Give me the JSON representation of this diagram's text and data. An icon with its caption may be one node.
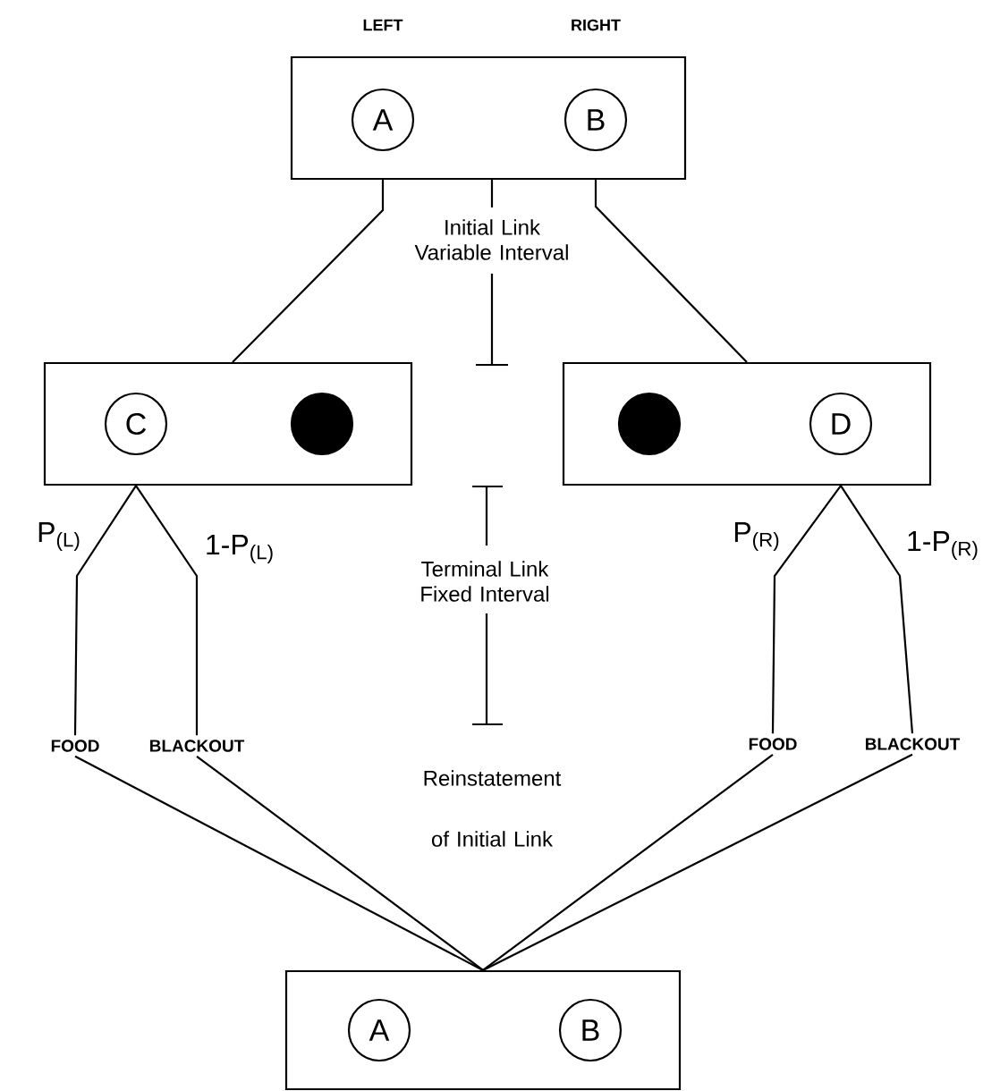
{
  "diagram": {
    "nodes": [
      {
        "text": [],
        "shape": "box"
      },
      {
        "text": [
          "A"
        ],
        "in": 0
      },
      {
        "text": [
          "B"
        ],
        "in": 0
      },
      {
        "text": [],
        "shape": "box"
      },
      {
        "text": [
          "C"
        ],
        "in": 3
      },
      {
        "text": [],
        "shape": "dot",
        "in": 3
      },
      {
        "text": [],
        "shape": "box"
      },
      {
        "text": [],
        "shape": "dot",
        "in": 6
      },
      {
        "text": [
          "D"
        ],
        "in": 6
      },
      {
        "text": [
          "FOOD"
        ]
      },
      {
        "text": [
          "BLACKOUT"
        ]
      },
      {
        "text": [
          "FOOD"
        ]
      },
      {
        "text": [
          "BLACKOUT"
        ]
      },
      {
        "text": [],
        "shape": "box"
      },
      {
        "text": [
          "A"
        ],
        "in": 13
      },
      {
        "text": [
          "B"
        ],
        "in": 13
      }
    ],
    "edges": [
      {
        "from": 0,
        "to": 3,
        "arrow": "none"
      },
      {
        "from": 0,
        "to": 6,
        "arrow": "none"
      },
      {
        "from": 3,
        "to": 9,
        "arrow": "none",
        "label": "P$_{(L)}$"
      },
      {
        "from": 3,
        "to": 10,
        "arrow": "none",
        "label": "1-P$_{(L)}$"
      },
      {
        "from": 6,
        "to": 11,
        "arrow": "none",
        "label": "P$_{(R)}$"
      },
      {
        "from": 6,
        "to": 12,
        "arrow": "none",
        "label": "1-P$_{(R)}$"
      },
      {
        "from": 9,
        "to": 13,
        "arrow": "none"
      },
      {
        "from": 10,
        "to": 13,
        "arrow": "none"
      },
      {
        "from": 11,
        "to": 13,
        "arrow": "none"
      },
      {
        "from": 12,
        "to": 13,
        "arrow": "none"
      }
    ],
    "labels": [
      "LEFT",
      "RIGHT",
      "Initial Link Variable Interval",
      "Terminal Link Fixed Interval",
      "Reinstatement of Initial Link"
    ]
  }
}
